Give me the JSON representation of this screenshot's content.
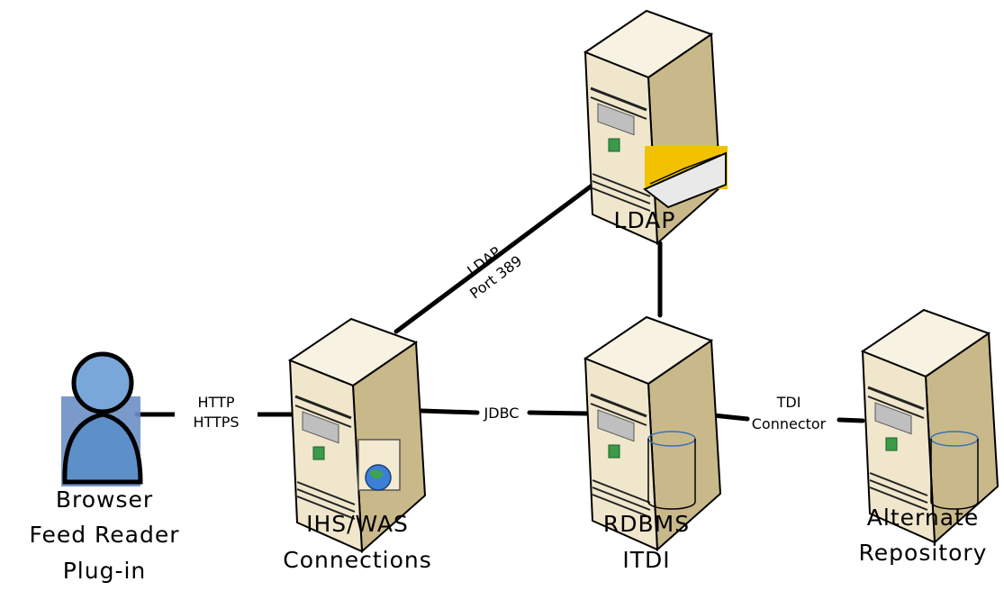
{
  "nodes": {
    "client": {
      "lines": [
        "Browser",
        "Feed Reader",
        "Plug-in"
      ]
    },
    "web": {
      "lines": [
        "IHS/WAS",
        "Connections"
      ]
    },
    "ldap": {
      "lines": [
        "LDAP"
      ]
    },
    "rdbms": {
      "lines": [
        "RDBMS",
        "ITDI"
      ]
    },
    "alt": {
      "lines": [
        "Alternate",
        "Repository"
      ]
    }
  },
  "edges": {
    "client_web": {
      "lines": [
        "HTTP",
        "HTTPS"
      ]
    },
    "web_ldap": {
      "lines": [
        "LDAP",
        "Port 389"
      ]
    },
    "web_rdbms": {
      "label": "JDBC"
    },
    "rdbms_alt": {
      "lines": [
        "TDI",
        "Connector"
      ]
    }
  },
  "colors": {
    "server_face": "#efe6cc",
    "server_side": "#c9b98a",
    "server_top": "#f7f2e2",
    "user": "#5d8fc9",
    "ldap_folder": "#f2c200"
  }
}
